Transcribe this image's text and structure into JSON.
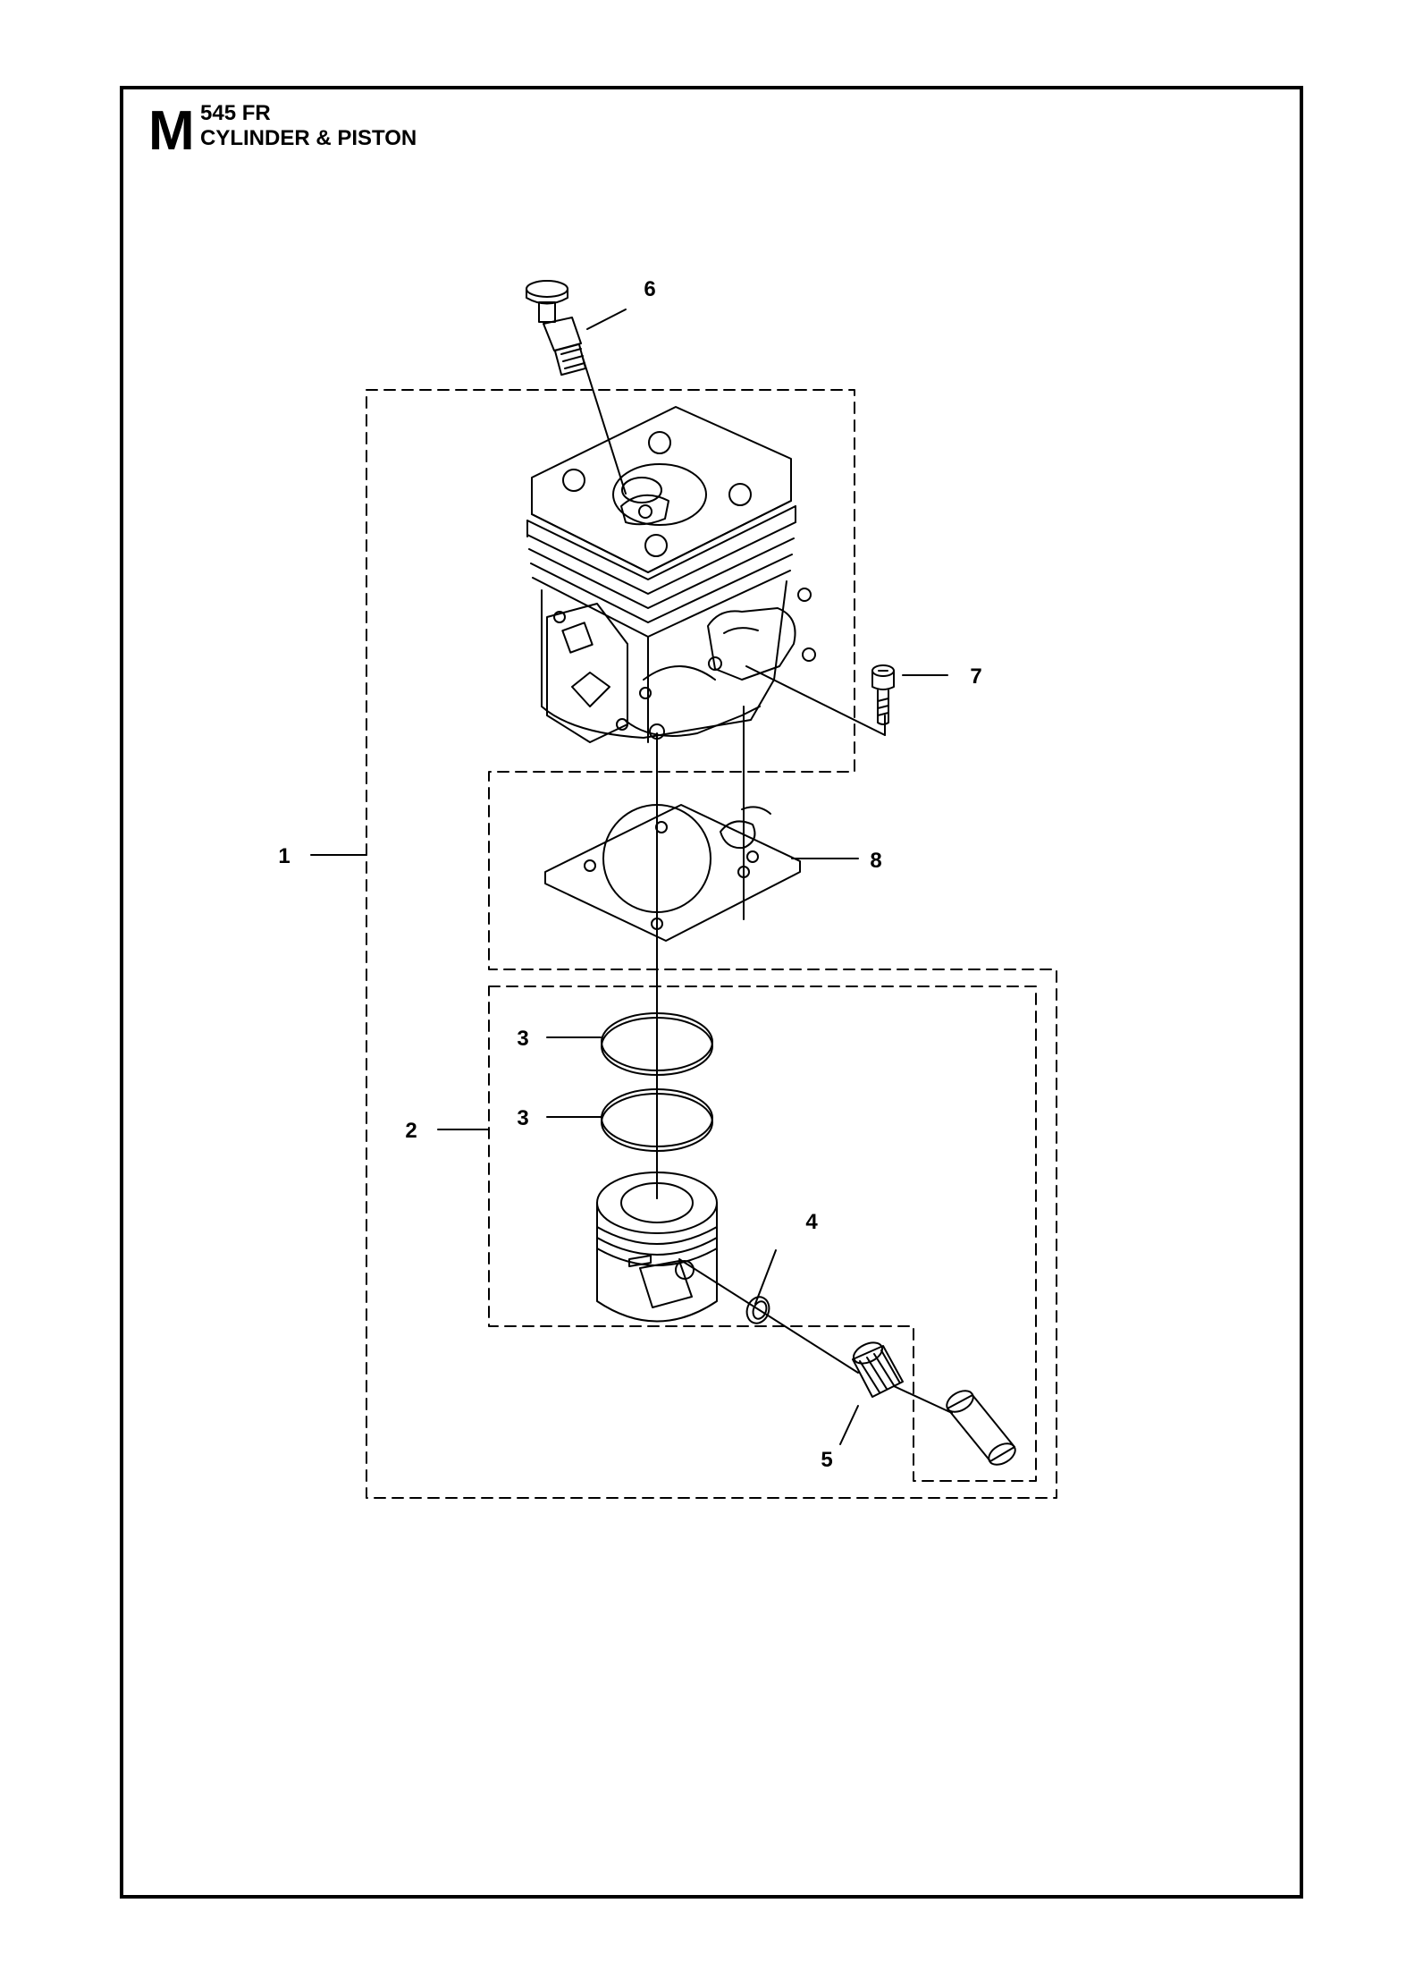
{
  "header": {
    "section_letter": "M",
    "model": "545 FR",
    "title": "CYLINDER & PISTON"
  },
  "callouts": [
    {
      "id": "1",
      "label": "1"
    },
    {
      "id": "2",
      "label": "2"
    },
    {
      "id": "3a",
      "label": "3"
    },
    {
      "id": "3b",
      "label": "3"
    },
    {
      "id": "4",
      "label": "4"
    },
    {
      "id": "5",
      "label": "5"
    },
    {
      "id": "6",
      "label": "6"
    },
    {
      "id": "7",
      "label": "7"
    },
    {
      "id": "8",
      "label": "8"
    }
  ],
  "colors": {
    "ink": "#000000",
    "paper": "#ffffff"
  }
}
